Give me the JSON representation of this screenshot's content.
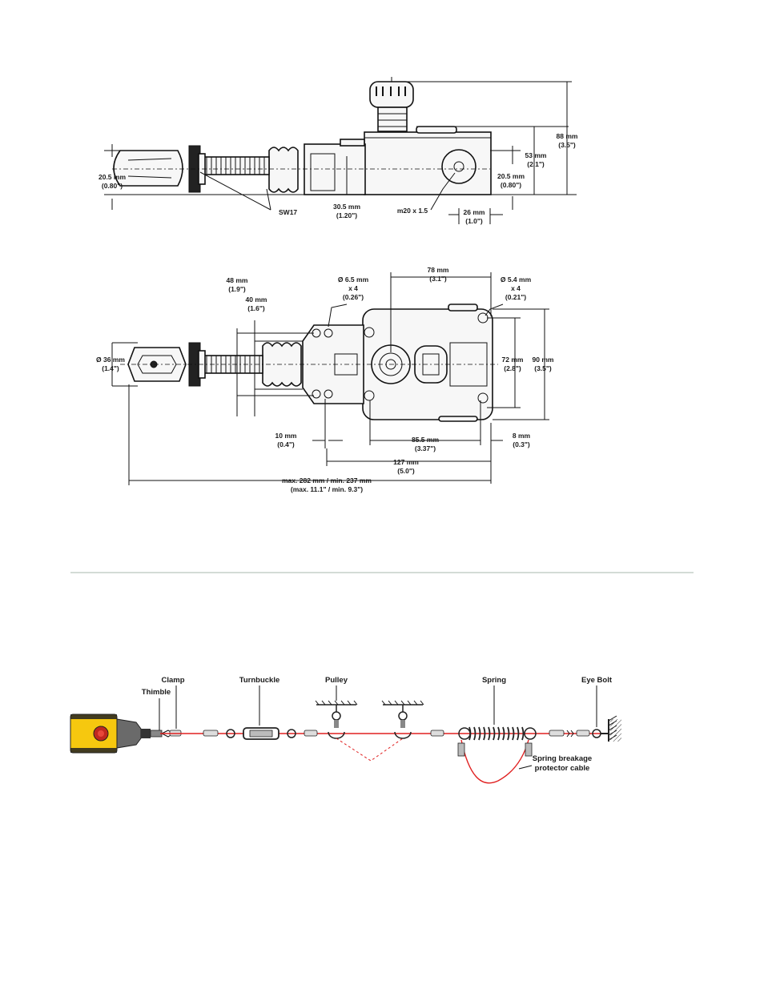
{
  "side_view": {
    "dims": {
      "height_left": [
        "20.5 mm",
        "(0.80\")"
      ],
      "sw": "SW17",
      "body_height": [
        "30.5 mm",
        "(1.20\")"
      ],
      "thread": "m20 x 1.5",
      "offset": [
        "26 mm",
        "(1.0\")"
      ],
      "height_right": [
        "20.5 mm",
        "(0.80\")"
      ],
      "top_height": [
        "53 mm",
        "(2.1\")"
      ],
      "total_height": [
        "88 mm",
        "(3.5\")"
      ]
    }
  },
  "top_view": {
    "dims": {
      "d48": [
        "48 mm",
        "(1.9\")"
      ],
      "d40": [
        "40 mm",
        "(1.6\")"
      ],
      "hole65": [
        "Ø 6.5 mm",
        "x 4",
        "(0.26\")"
      ],
      "d78": [
        "78 mm",
        "(3.1\")"
      ],
      "hole54": [
        "Ø 5.4 mm",
        "x 4",
        "(0.21\")"
      ],
      "d36": [
        "Ø 36 mm",
        "(1.4\")"
      ],
      "d72": [
        "72 mm",
        "(2.8\")"
      ],
      "d90": [
        "90 mm",
        "(3.5\")"
      ],
      "d10": [
        "10 mm",
        "(0.4\")"
      ],
      "d855": [
        "85.5 mm",
        "(3.37\")"
      ],
      "d8": [
        "8 mm",
        "(0.3\")"
      ],
      "d127": [
        "127 mm",
        "(5.0\")"
      ],
      "dmax": [
        "max. 282 mm / min. 237 mm",
        "(max. 11.1\" / min. 9.3\")"
      ]
    }
  },
  "installation": {
    "labels": {
      "clamp": "Clamp",
      "thimble": "Thimble",
      "turnbuckle": "Turnbuckle",
      "pulley": "Pulley",
      "spring": "Spring",
      "eye_bolt": "Eye Bolt",
      "protector": [
        "Spring breakage",
        "protector cable"
      ]
    },
    "colors": {
      "cable": "#e02020",
      "housing": "#f6c80f"
    }
  }
}
